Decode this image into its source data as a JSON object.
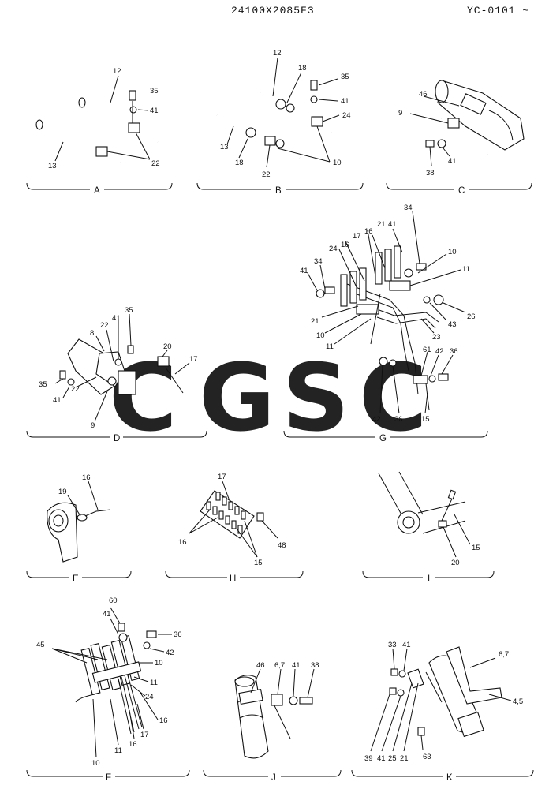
{
  "header": {
    "drawing_code": "24100X2085F3",
    "reference": "YC-0101 ~"
  },
  "watermark": {
    "letters": [
      "C",
      "G",
      "S",
      "C"
    ],
    "colors": [
      "#5b8ff0",
      "#f47f76",
      "#fbd55e",
      "#3eb97a"
    ]
  },
  "panels": [
    {
      "id": "A",
      "parts": [
        "12",
        "35",
        "41",
        "13",
        "22"
      ]
    },
    {
      "id": "B",
      "parts": [
        "12",
        "18",
        "35",
        "41",
        "24",
        "13",
        "18",
        "22",
        "10"
      ]
    },
    {
      "id": "C",
      "parts": [
        "46",
        "9",
        "38",
        "41"
      ]
    },
    {
      "id": "D",
      "parts": [
        "35",
        "41",
        "22",
        "8",
        "20",
        "17",
        "35",
        "41",
        "22",
        "9"
      ]
    },
    {
      "id": "G",
      "parts": [
        "34'",
        "41",
        "21",
        "16",
        "17",
        "16",
        "24",
        "34",
        "41",
        "10",
        "11",
        "21",
        "10",
        "11",
        "26",
        "43",
        "23",
        "61",
        "42",
        "36",
        "42",
        "36",
        "15"
      ]
    },
    {
      "id": "E",
      "parts": [
        "16",
        "19"
      ]
    },
    {
      "id": "H",
      "parts": [
        "17",
        "16",
        "15",
        "48"
      ]
    },
    {
      "id": "I",
      "parts": [
        "15",
        "20"
      ]
    },
    {
      "id": "F",
      "parts": [
        "60",
        "41",
        "36",
        "45",
        "42",
        "10",
        "11",
        "24",
        "16",
        "17",
        "16",
        "11",
        "10"
      ]
    },
    {
      "id": "J",
      "parts": [
        "46",
        "6,7",
        "41",
        "38"
      ]
    },
    {
      "id": "K",
      "parts": [
        "33",
        "41",
        "6,7",
        "4,5",
        "39",
        "41",
        "25",
        "21",
        "63"
      ]
    }
  ]
}
